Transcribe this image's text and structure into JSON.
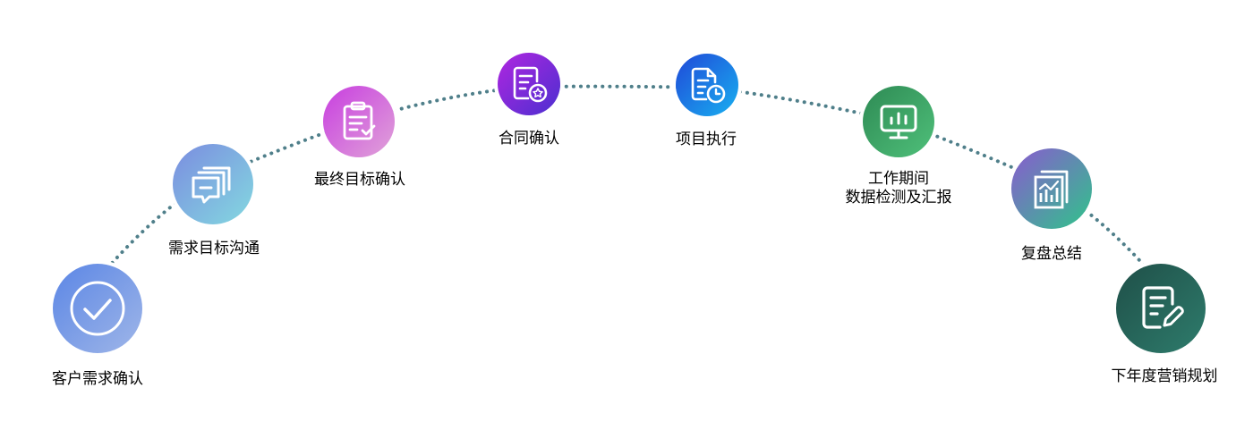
{
  "steps": [
    {
      "label": "客户需求确认",
      "icon": "check-circle-icon",
      "gradient": [
        "#5b86e5",
        "#9fb6e8"
      ]
    },
    {
      "label": "需求目标沟通",
      "icon": "chat-bubbles-icon",
      "gradient": [
        "#7b8ce0",
        "#83d9e0"
      ]
    },
    {
      "label": "最终目标确认",
      "icon": "clipboard-check-icon",
      "gradient": [
        "#c83ee0",
        "#e0a3d8"
      ]
    },
    {
      "label": "合同确认",
      "icon": "document-badge-icon",
      "gradient": [
        "#b026e0",
        "#4b2fd0"
      ]
    },
    {
      "label": "项目执行",
      "icon": "document-clock-icon",
      "gradient": [
        "#2048d8",
        "#18b0f0"
      ]
    },
    {
      "label_lines": [
        "工作期间",
        "数据检测及汇报"
      ],
      "icon": "monitor-chart-icon",
      "gradient": [
        "#2e8a54",
        "#4fc07a"
      ]
    },
    {
      "label": "复盘总结",
      "icon": "report-chart-icon",
      "gradient": [
        "#8a5ad0",
        "#2fc48a"
      ]
    },
    {
      "label": "下年度营销规划",
      "icon": "document-edit-icon",
      "gradient": [
        "#1f4f48",
        "#2e7c6c"
      ]
    }
  ],
  "colors": {
    "connector": "#4f7f8a"
  }
}
